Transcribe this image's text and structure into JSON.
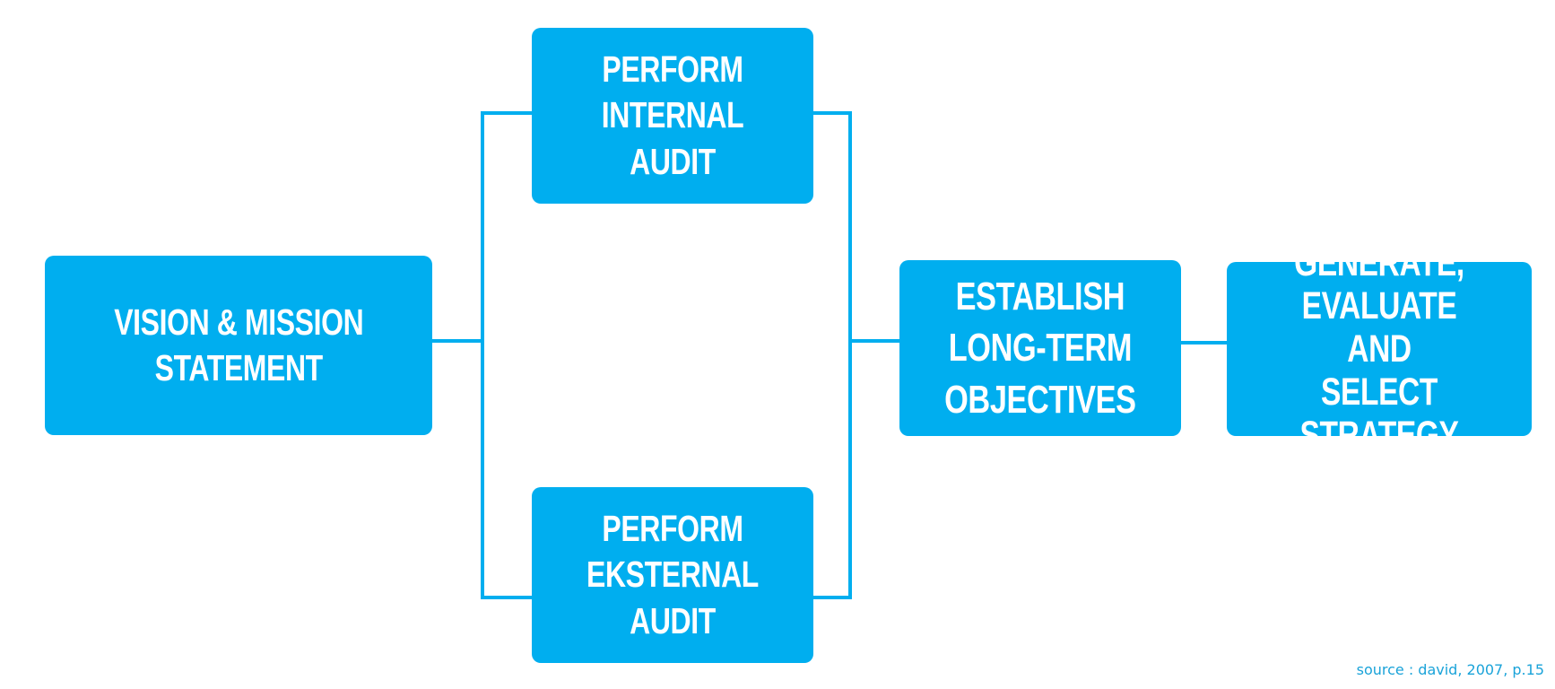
{
  "diagram": {
    "nodes": {
      "vision": {
        "label": "VISION & MISSION\nSTATEMENT"
      },
      "internal_audit": {
        "label": "PERFORM\nINTERNAL AUDIT"
      },
      "external_audit": {
        "label": "PERFORM\nEKSTERNAL AUDIT"
      },
      "objectives": {
        "label": "ESTABLISH\nLONG-TERM\nOBJECTIVES"
      },
      "strategy": {
        "label": "GENERATE, EVALUATE\nAND\nSELECT STRATEGY"
      }
    },
    "edges": [
      {
        "from": "vision",
        "to": "internal_audit"
      },
      {
        "from": "vision",
        "to": "external_audit"
      },
      {
        "from": "internal_audit",
        "to": "objectives"
      },
      {
        "from": "external_audit",
        "to": "objectives"
      },
      {
        "from": "objectives",
        "to": "strategy"
      }
    ],
    "source_note": "source : david, 2007, p.15"
  },
  "colors": {
    "box_fill": "#00aeef",
    "box_text": "#ffffff",
    "connector": "#00aeef",
    "source_text": "#1aa3d9"
  }
}
